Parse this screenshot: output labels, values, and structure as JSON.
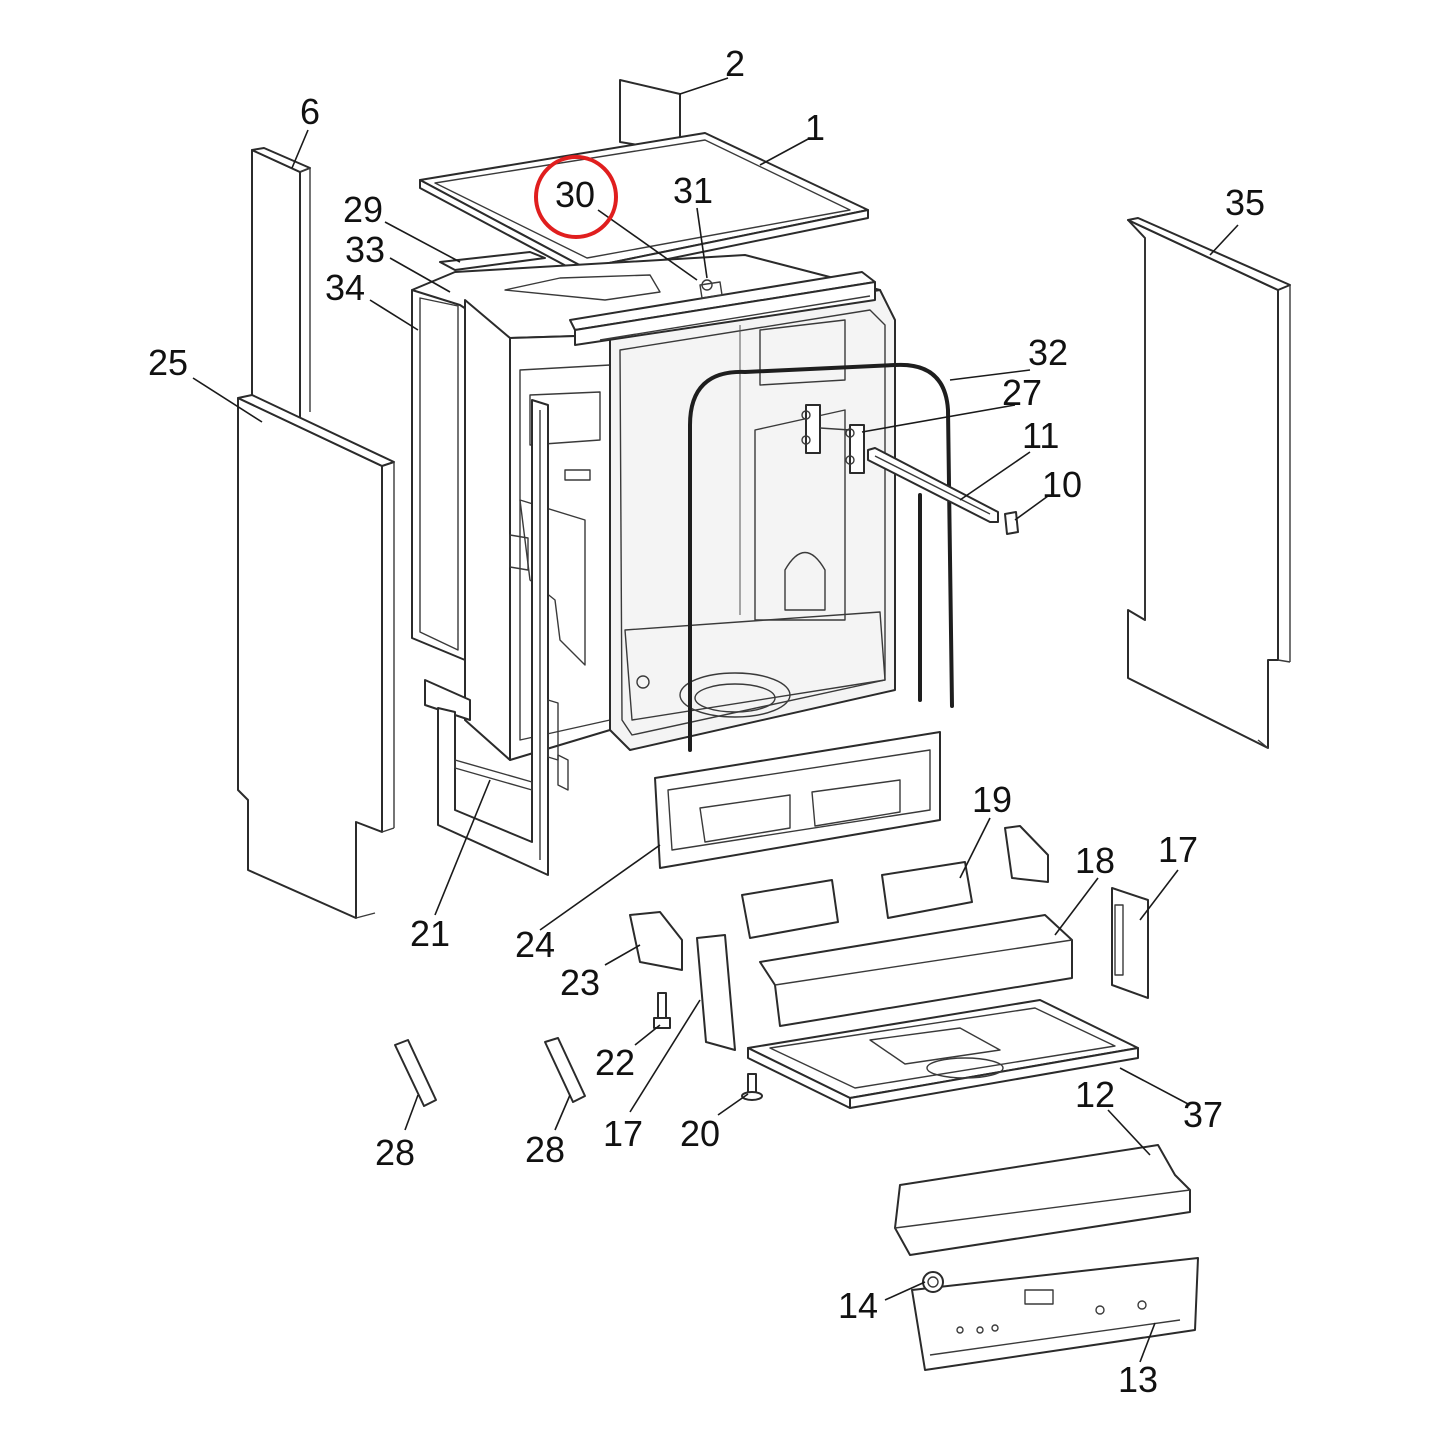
{
  "highlight": {
    "label": "30",
    "color": "#e01e1e"
  },
  "callouts": [
    {
      "id": "c1",
      "label": "1"
    },
    {
      "id": "c2",
      "label": "2"
    },
    {
      "id": "c6",
      "label": "6"
    },
    {
      "id": "c29",
      "label": "29"
    },
    {
      "id": "c30",
      "label": "30"
    },
    {
      "id": "c31",
      "label": "31"
    },
    {
      "id": "c33",
      "label": "33"
    },
    {
      "id": "c34",
      "label": "34"
    },
    {
      "id": "c35",
      "label": "35"
    },
    {
      "id": "c25",
      "label": "25"
    },
    {
      "id": "c32",
      "label": "32"
    },
    {
      "id": "c27",
      "label": "27"
    },
    {
      "id": "c11",
      "label": "11"
    },
    {
      "id": "c10",
      "label": "10"
    },
    {
      "id": "c19",
      "label": "19"
    },
    {
      "id": "c18",
      "label": "18"
    },
    {
      "id": "c17a",
      "label": "17"
    },
    {
      "id": "c21",
      "label": "21"
    },
    {
      "id": "c24",
      "label": "24"
    },
    {
      "id": "c23",
      "label": "23"
    },
    {
      "id": "c22",
      "label": "22"
    },
    {
      "id": "c17b",
      "label": "17"
    },
    {
      "id": "c20",
      "label": "20"
    },
    {
      "id": "c28a",
      "label": "28"
    },
    {
      "id": "c28b",
      "label": "28"
    },
    {
      "id": "c12",
      "label": "12"
    },
    {
      "id": "c37",
      "label": "37"
    },
    {
      "id": "c14",
      "label": "14"
    },
    {
      "id": "c13",
      "label": "13"
    }
  ]
}
